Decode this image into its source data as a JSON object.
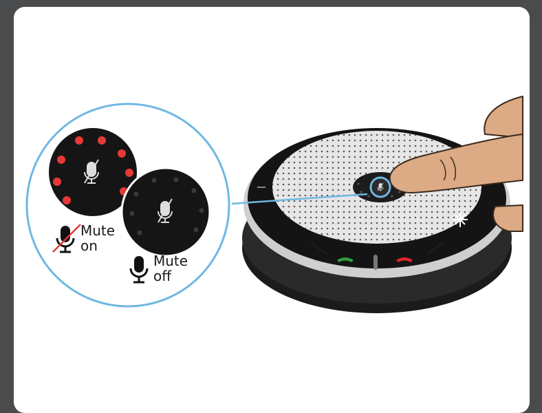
{
  "legend": {
    "mute_on": {
      "line1": "Mute",
      "line2": "on"
    },
    "mute_off": {
      "line1": "Mute",
      "line2": "off"
    }
  },
  "device": {
    "name": "speakerphone"
  },
  "colors": {
    "background": "#4a4b4d",
    "callout_circle": "#6fb8e3",
    "indicator_red": "#e53935",
    "answer_green": "#2e9e3e",
    "end_red": "#e0262b",
    "skin": "#dcaa84"
  },
  "icons": [
    "microphone-muted-icon",
    "microphone-icon",
    "answer-call-icon",
    "end-call-icon"
  ]
}
